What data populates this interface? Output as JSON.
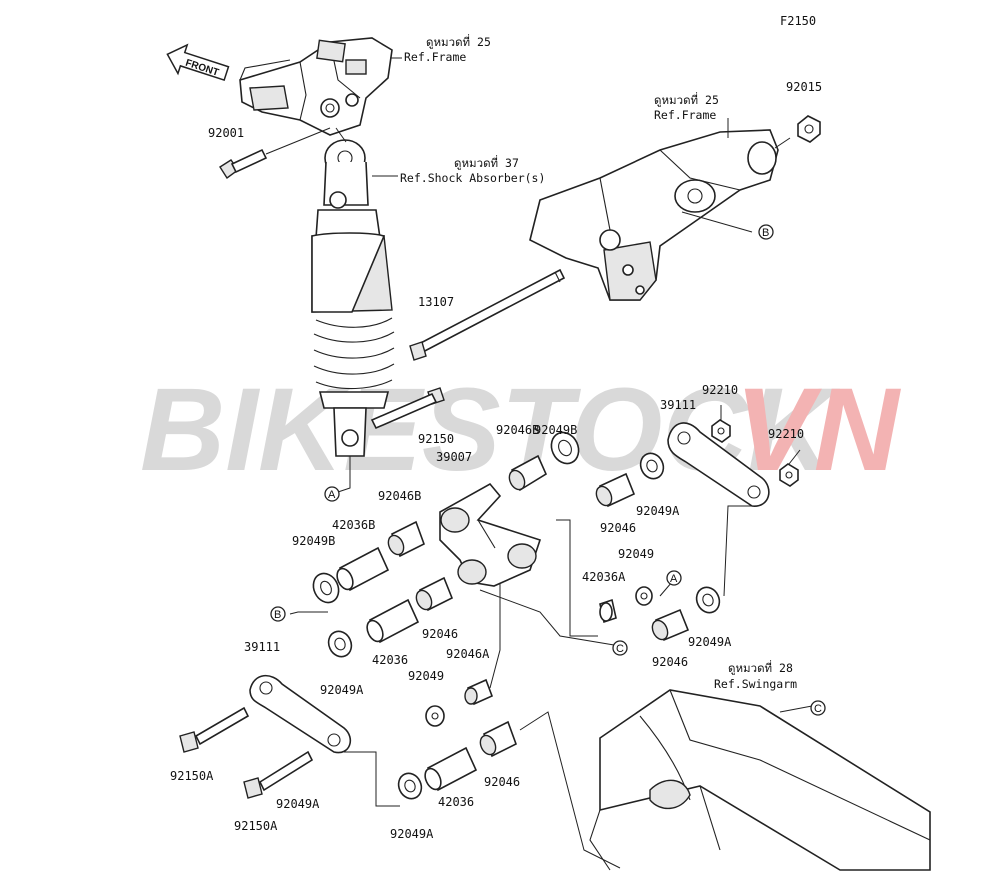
{
  "figure_code": "F2150",
  "watermark": {
    "part1": "BIKESTOCK",
    "part2": "VN",
    "color1": "#d9d9d9",
    "color2": "#f3b3b3"
  },
  "front_arrow": "FRONT",
  "refs": {
    "frame_top": {
      "thai": "ดูหมวดที่ 25",
      "text": "Ref.Frame"
    },
    "frame_right": {
      "thai": "ดูหมวดที่ 25",
      "text": "Ref.Frame"
    },
    "shock": {
      "thai": "ดูหมวดที่ 37",
      "text": "Ref.Shock Absorber(s)"
    },
    "swingarm": {
      "thai": "ดูหมวดที่ 28",
      "text": "Ref.Swingarm"
    }
  },
  "callouts": {
    "A": "A",
    "B": "B",
    "C": "C"
  },
  "parts": {
    "p92001": "92001",
    "p92015": "92015",
    "p13107": "13107",
    "p92150": "92150",
    "p92049B_a": "92049B",
    "p92046B_a": "92046B",
    "p39007": "39007",
    "p39111_a": "39111",
    "p92210_a": "92210",
    "p92210_b": "92210",
    "p92049A_a": "92049A",
    "p92046_a": "92046",
    "p92049": "92049",
    "p92046B_b": "92046B",
    "p42036B": "42036B",
    "p92049B_b": "92049B",
    "p42036A": "42036A",
    "p92046_b": "92046",
    "p42036_a": "42036",
    "p92049A_b": "92049A",
    "p92046A": "92046A",
    "p92049_b": "92049",
    "p39111_b": "39111",
    "p92049A_c": "92049A",
    "p92046_c": "92046",
    "p92049A_d": "92049A",
    "p92046_d": "92046",
    "p42036_b": "42036",
    "p92150A_a": "92150A",
    "p92150A_b": "92150A",
    "p92049A_e": "92049A"
  }
}
